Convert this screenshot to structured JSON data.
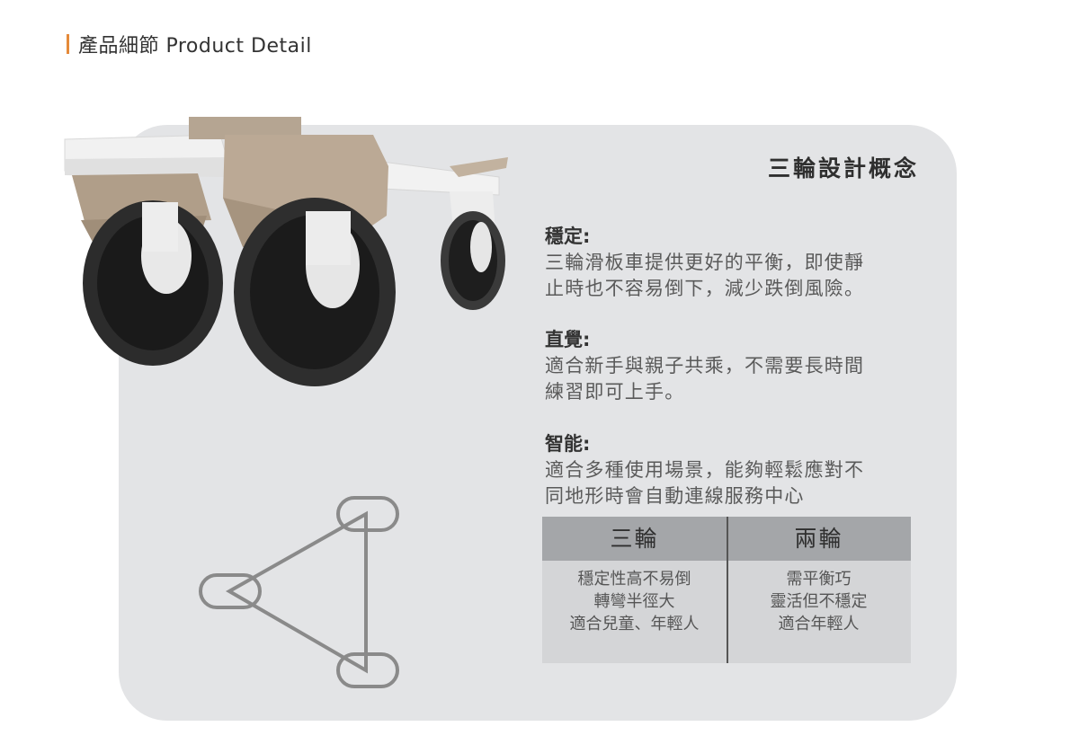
{
  "header": {
    "title": "產品細節 Product Detail"
  },
  "concept": {
    "title": "三輪設計概念",
    "features": [
      {
        "title": "穩定:",
        "lines": [
          "三輪滑板車提供更好的平衡，即使靜",
          "止時也不容易倒下，減少跌倒風險。"
        ]
      },
      {
        "title": "直覺:",
        "lines": [
          "適合新手與親子共乘，不需要長時間",
          "練習即可上手。"
        ]
      },
      {
        "title": "智能:",
        "lines": [
          "適合多種使用場景，能夠輕鬆應對不",
          "同地形時會自動連線服務中心"
        ]
      }
    ]
  },
  "comparison": {
    "three_wheel": {
      "label": "三輪",
      "lines": [
        "穩定性高不易倒",
        "轉彎半徑大",
        "適合兒童、年輕人"
      ]
    },
    "two_wheel": {
      "label": "兩輪",
      "lines": [
        "需平衡巧",
        "靈活但不穩定",
        "適合年輕人"
      ]
    }
  },
  "colors": {
    "accent": "#e58a3a",
    "panel": "#e3e4e6",
    "table_head": "#a4a6a9",
    "table_body": "#d4d5d7"
  }
}
